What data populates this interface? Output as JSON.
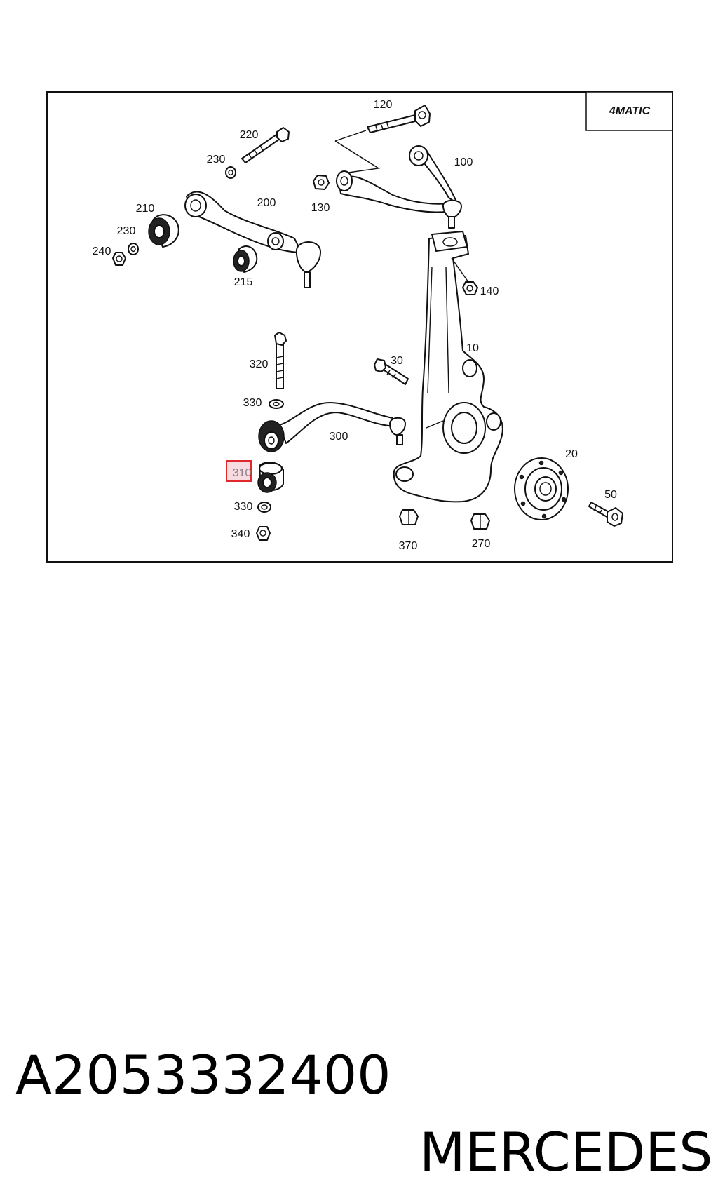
{
  "diagram": {
    "badge": "4MATIC",
    "labels": {
      "p120": "120",
      "p220": "220",
      "p230a": "230",
      "p100": "100",
      "p130": "130",
      "p200": "200",
      "p210": "210",
      "p230b": "230",
      "p240": "240",
      "p215": "215",
      "p140": "140",
      "p10": "10",
      "p320": "320",
      "p30": "30",
      "p330a": "330",
      "p300": "300",
      "p20": "20",
      "p310": "310",
      "p330b": "330",
      "p340": "340",
      "p50": "50",
      "p370": "370",
      "p270": "270"
    },
    "highlighted_part": "310"
  },
  "caption": {
    "part_number": "A2053332400",
    "brand": "MERCEDES"
  }
}
